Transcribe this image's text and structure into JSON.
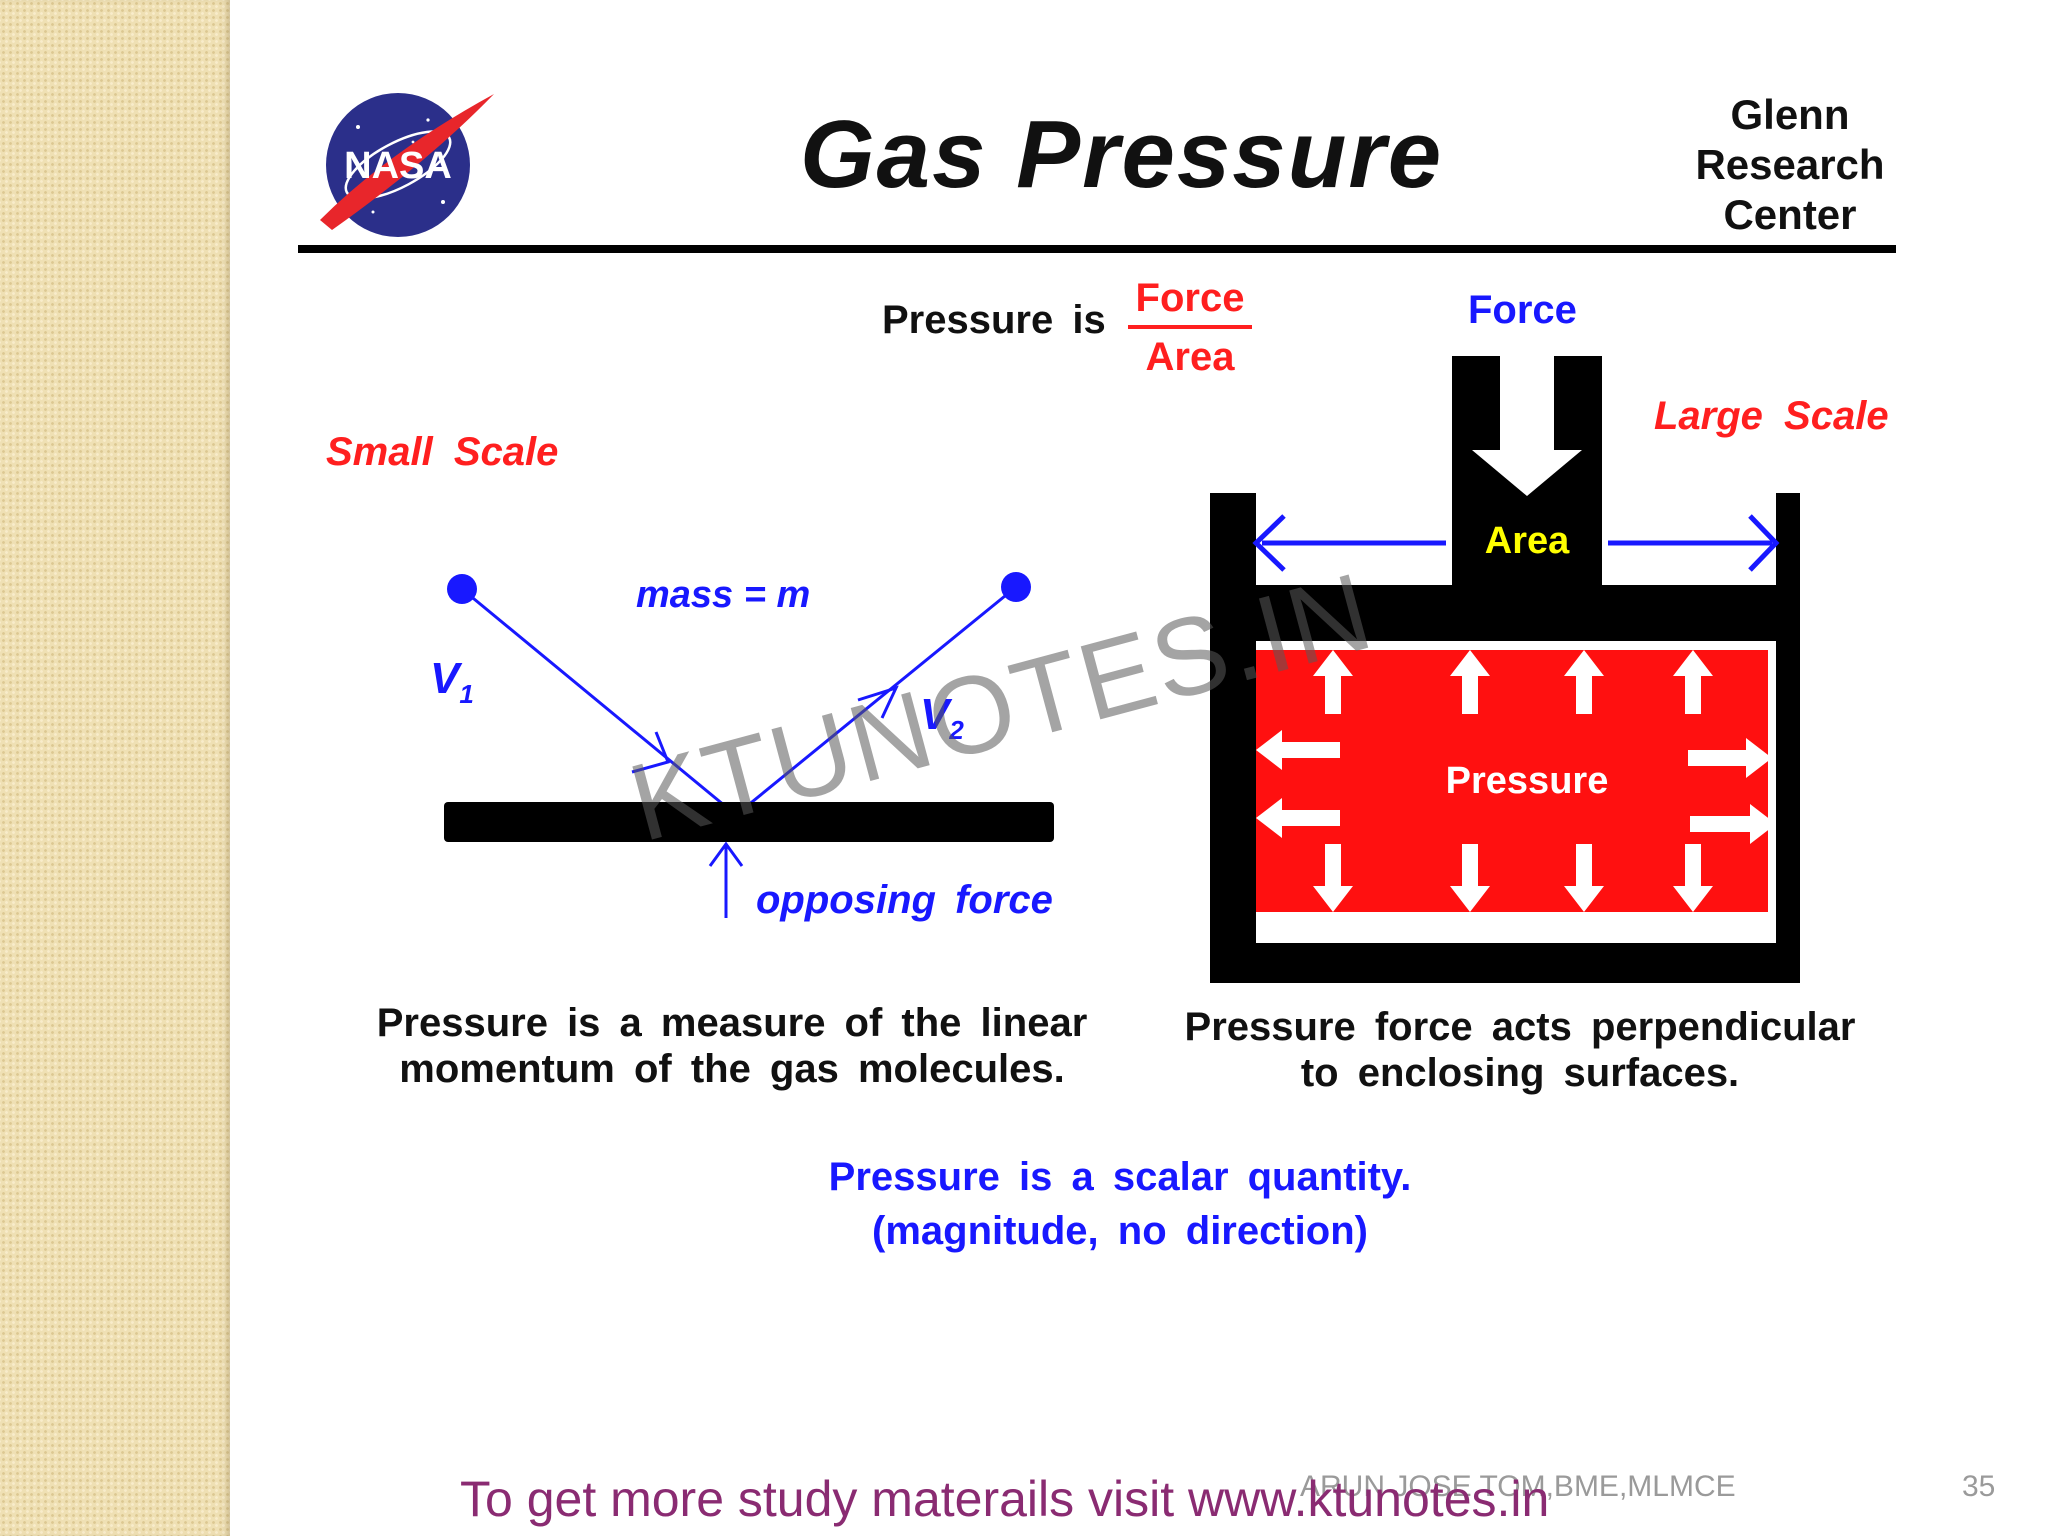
{
  "header": {
    "title": "Gas Pressure",
    "center_lines": [
      "Glenn",
      "Research",
      "Center"
    ],
    "logo_text": "NASA"
  },
  "definition": {
    "prefix": "Pressure is",
    "numerator": "Force",
    "denominator": "Area"
  },
  "small_scale": {
    "label": "Small Scale",
    "mass_label": "mass = m",
    "v1": "V",
    "v1_sub": "1",
    "v2": "V",
    "v2_sub": "2",
    "opposing_force": "opposing force",
    "caption_lines": [
      "Pressure is a measure of the linear",
      "momentum of the gas molecules."
    ]
  },
  "large_scale": {
    "label": "Large Scale",
    "force_label": "Force",
    "area_label": "Area",
    "pressure_label": "Pressure",
    "caption_lines": [
      "Pressure force acts perpendicular",
      "to enclosing surfaces."
    ]
  },
  "scalar_note": {
    "lines": [
      "Pressure is a scalar quantity.",
      "(magnitude, no direction)"
    ]
  },
  "footer": {
    "study_link": "To get more study materails visit www.ktunotes.in",
    "author": "ARUN JOSE TOM,BME,MLMCE",
    "page_number": "35"
  },
  "watermark": "KTUNOTES.IN",
  "colors": {
    "red": "#ff1f1f",
    "blue": "#1818ff",
    "yellow": "#ffff00",
    "nasa_blue": "#2b2f8a",
    "footer_purple": "#8a2b72"
  }
}
